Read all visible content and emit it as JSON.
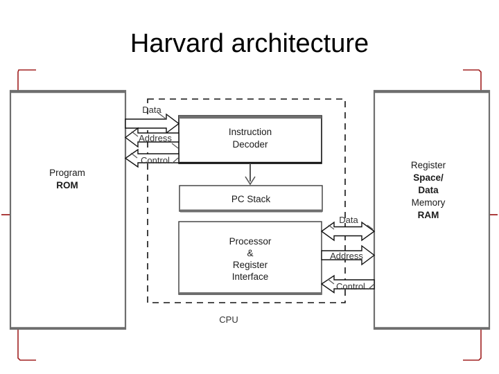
{
  "slide": {
    "title": "Harvard architecture",
    "background": "#ffffff",
    "placeholder_marker_color": "#a02020",
    "box_border_color": "#6e6e6e",
    "text_color": "#1a1a1a"
  },
  "blocks": {
    "program_rom": {
      "name": "program-rom",
      "lines": [
        "Program",
        "ROM"
      ]
    },
    "register_space": {
      "name": "register-space-data-memory-ram",
      "lines": [
        "Register",
        "Space/",
        "Data",
        "Memory",
        "RAM"
      ]
    },
    "instruction_decoder": {
      "name": "instruction-decoder",
      "lines": [
        "Instruction",
        "Decoder"
      ]
    },
    "pc_stack": {
      "name": "pc-stack",
      "lines": [
        "PC Stack"
      ]
    },
    "processor_register_interface": {
      "name": "processor-register-interface",
      "lines": [
        "Processor",
        "&",
        "Register",
        "Interface"
      ]
    },
    "cpu_boundary": {
      "name": "cpu-boundary",
      "label": "CPU"
    }
  },
  "buses": {
    "left": [
      {
        "label": "Data",
        "direction": "right"
      },
      {
        "label": "Address",
        "direction": "left"
      },
      {
        "label": "Control",
        "direction": "left"
      }
    ],
    "right": [
      {
        "label": "Data",
        "direction": "both"
      },
      {
        "label": "Address",
        "direction": "right"
      },
      {
        "label": "Control",
        "direction": "left"
      }
    ]
  }
}
